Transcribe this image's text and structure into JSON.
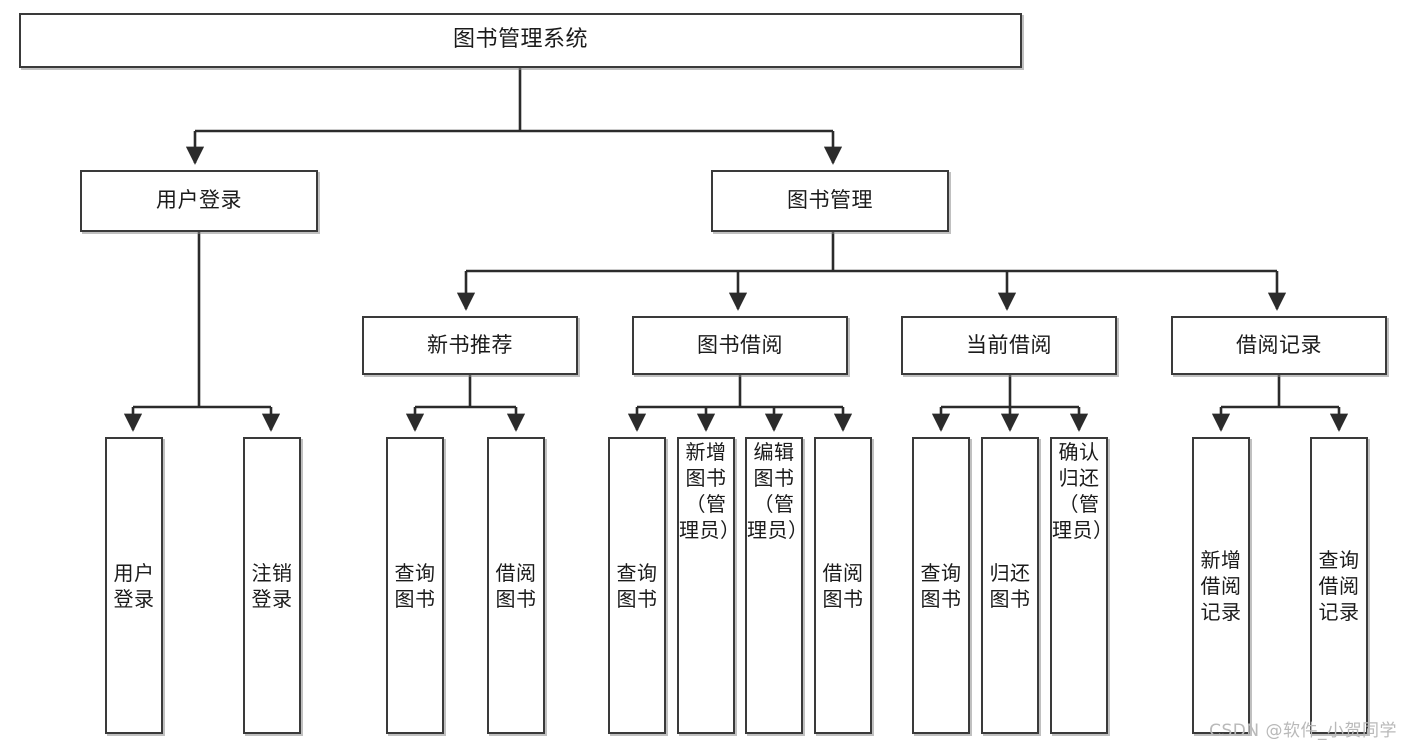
{
  "diagram": {
    "type": "tree",
    "title": "图书管理系统",
    "orientation": "top-down",
    "colors": {
      "box_border": "#3a3a3a",
      "box_fill": "#ffffff",
      "edge": "#2b2b2b",
      "text": "#1b1b1b",
      "watermark": "#b9b9b9",
      "background": "#ffffff"
    },
    "nodes": {
      "root": {
        "label": "图书管理系统",
        "level": 1
      },
      "l2": [
        {
          "id": "user-login",
          "label": "用户登录",
          "level": 2
        },
        {
          "id": "book-manage",
          "label": "图书管理",
          "level": 2
        }
      ],
      "l3": [
        {
          "id": "new-book-rec",
          "label": "新书推荐",
          "level": 3,
          "parent": "book-manage"
        },
        {
          "id": "book-borrow",
          "label": "图书借阅",
          "level": 3,
          "parent": "book-manage"
        },
        {
          "id": "current-borrow",
          "label": "当前借阅",
          "level": 3,
          "parent": "book-manage"
        },
        {
          "id": "borrow-record",
          "label": "借阅记录",
          "level": 3,
          "parent": "book-manage"
        }
      ],
      "leaves": [
        {
          "id": "leaf-user-login",
          "label": "用户登录",
          "parent": "user-login"
        },
        {
          "id": "leaf-user-logout",
          "label": "注销登录",
          "parent": "user-login"
        },
        {
          "id": "leaf-query-book-rec",
          "label": "查询图书",
          "parent": "new-book-rec"
        },
        {
          "id": "leaf-borrow-book-rec",
          "label": "借阅图书",
          "parent": "new-book-rec"
        },
        {
          "id": "leaf-query-book-b",
          "label": "查询图书",
          "parent": "book-borrow"
        },
        {
          "id": "leaf-add-book",
          "label": "新增图书（管理员）",
          "parent": "book-borrow"
        },
        {
          "id": "leaf-edit-book",
          "label": "编辑图书（管理员）",
          "parent": "book-borrow"
        },
        {
          "id": "leaf-borrow-book-b",
          "label": "借阅图书",
          "parent": "book-borrow"
        },
        {
          "id": "leaf-query-book-c",
          "label": "查询图书",
          "parent": "current-borrow"
        },
        {
          "id": "leaf-return-book",
          "label": "归还图书",
          "parent": "current-borrow"
        },
        {
          "id": "leaf-confirm-return",
          "label": "确认归还（管理员）",
          "parent": "current-borrow"
        },
        {
          "id": "leaf-add-record",
          "label": "新增借阅记录",
          "parent": "borrow-record"
        },
        {
          "id": "leaf-query-record",
          "label": "查询借阅记录",
          "parent": "borrow-record"
        }
      ]
    },
    "edges": [
      {
        "from": "root",
        "to": "user-login"
      },
      {
        "from": "root",
        "to": "book-manage"
      },
      {
        "from": "book-manage",
        "to": "new-book-rec"
      },
      {
        "from": "book-manage",
        "to": "book-borrow"
      },
      {
        "from": "book-manage",
        "to": "current-borrow"
      },
      {
        "from": "book-manage",
        "to": "borrow-record"
      },
      {
        "from": "user-login",
        "to": "leaf-user-login"
      },
      {
        "from": "user-login",
        "to": "leaf-user-logout"
      },
      {
        "from": "new-book-rec",
        "to": "leaf-query-book-rec"
      },
      {
        "from": "new-book-rec",
        "to": "leaf-borrow-book-rec"
      },
      {
        "from": "book-borrow",
        "to": "leaf-query-book-b"
      },
      {
        "from": "book-borrow",
        "to": "leaf-add-book"
      },
      {
        "from": "book-borrow",
        "to": "leaf-edit-book"
      },
      {
        "from": "book-borrow",
        "to": "leaf-borrow-book-b"
      },
      {
        "from": "current-borrow",
        "to": "leaf-query-book-c"
      },
      {
        "from": "current-borrow",
        "to": "leaf-return-book"
      },
      {
        "from": "current-borrow",
        "to": "leaf-confirm-return"
      },
      {
        "from": "borrow-record",
        "to": "leaf-add-record"
      },
      {
        "from": "borrow-record",
        "to": "leaf-query-record"
      }
    ]
  },
  "watermark": {
    "text": "CSDN @软件_小贺同学"
  }
}
